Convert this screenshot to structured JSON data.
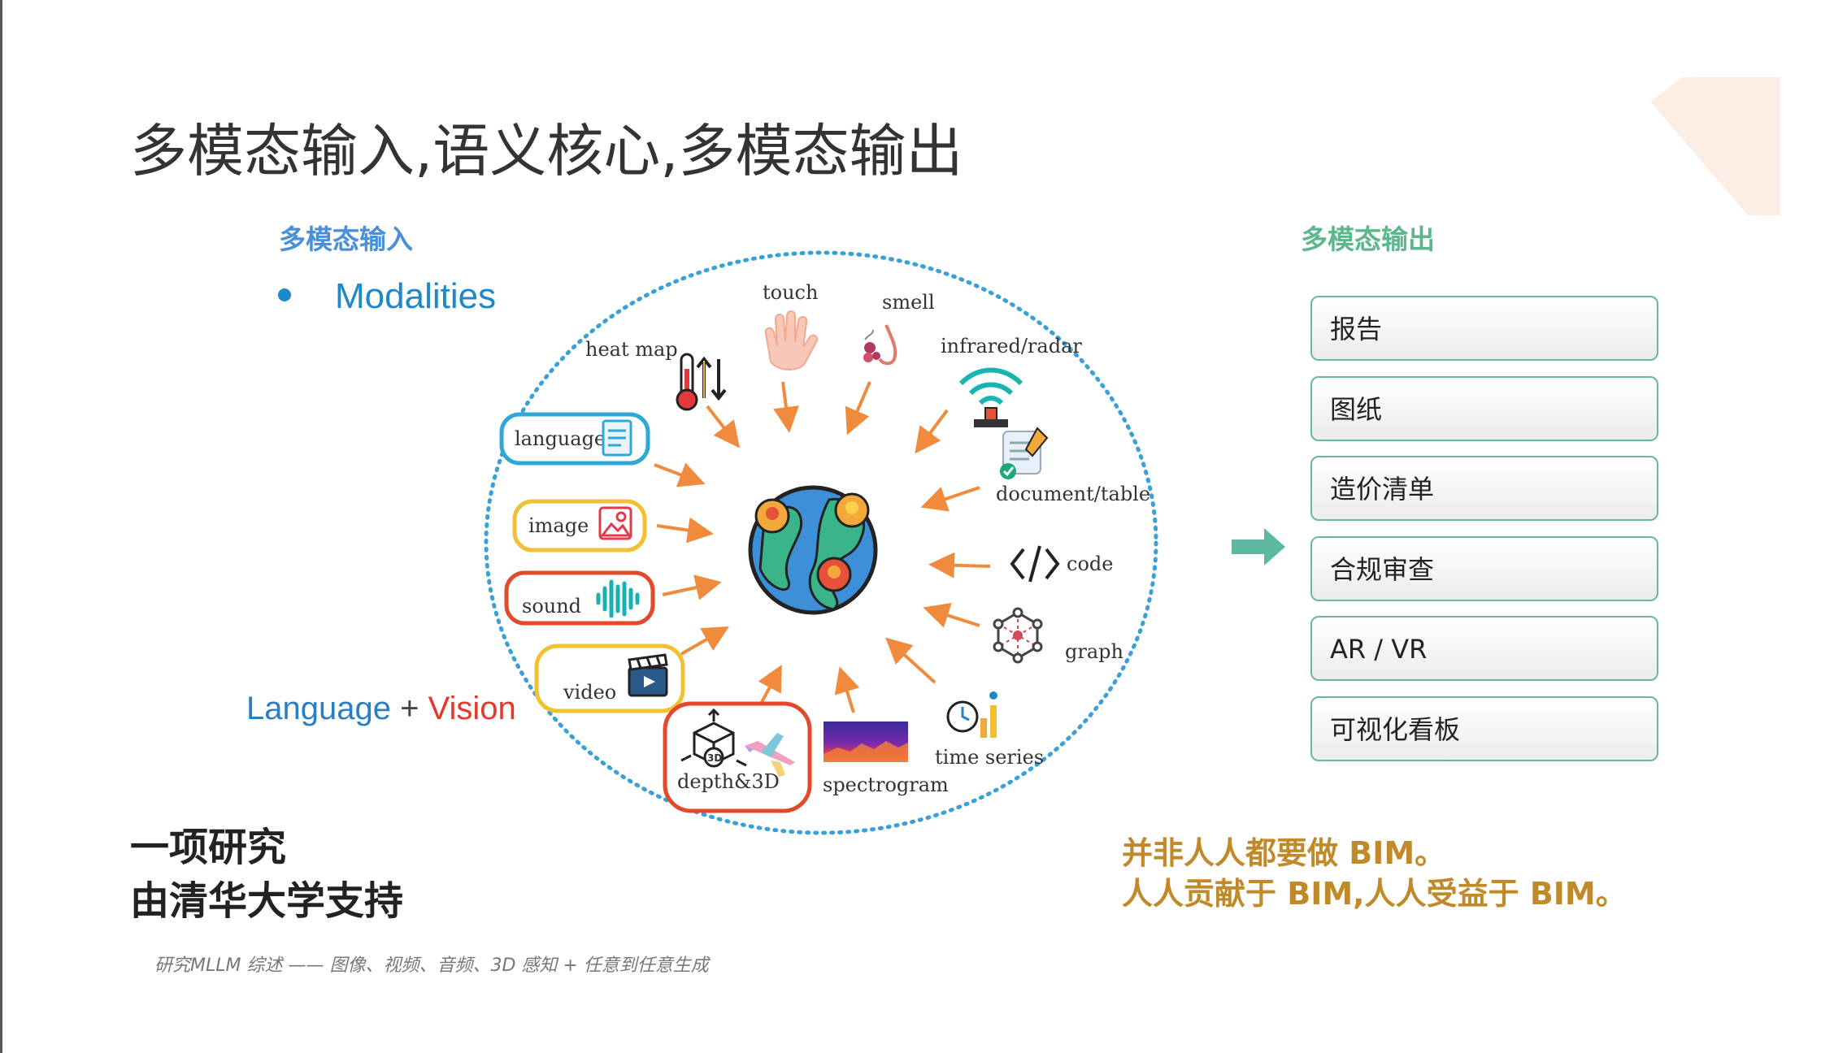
{
  "title": "多模态输入,语义核心,多模态输出",
  "input_heading": "多模态输入",
  "output_heading": "多模态输出",
  "bullet": "Modalities",
  "lv": {
    "language": "Language",
    "plus": "+",
    "vision": "Vision"
  },
  "modalities": {
    "touch": "touch",
    "smell": "smell",
    "heat_map": "heat map",
    "infrared": "infrared/radar",
    "language": "language",
    "document": "document/table",
    "image": "image",
    "code": "code",
    "sound": "sound",
    "graph": "graph",
    "video": "video",
    "time_series": "time series",
    "depth": "depth&3D",
    "spectrogram": "spectrogram",
    "badge_3d": "3D"
  },
  "outputs": [
    "报告",
    "图纸",
    "造价清单",
    "合规审查",
    "AR / VR",
    "可视化看板"
  ],
  "study": {
    "line1": "一项研究",
    "line2": "由清华大学支持"
  },
  "footer": "研究MLLM 综述 —— 图像、视频、音频、3D 感知 + 任意到任意生成",
  "bim": {
    "line1": "并非人人都要做 BIM。",
    "line2": "人人贡献于 BIM,人人受益于 BIM。"
  },
  "colors": {
    "input_heading": "#4a90d9",
    "output_heading": "#5cb88c",
    "arrow": "#f08a3c",
    "circle": "#3aa0d8",
    "output_border": "#6ab89c",
    "bim": "#c08a2a",
    "vision": "#e23a2a",
    "language": "#2a7fc4"
  }
}
